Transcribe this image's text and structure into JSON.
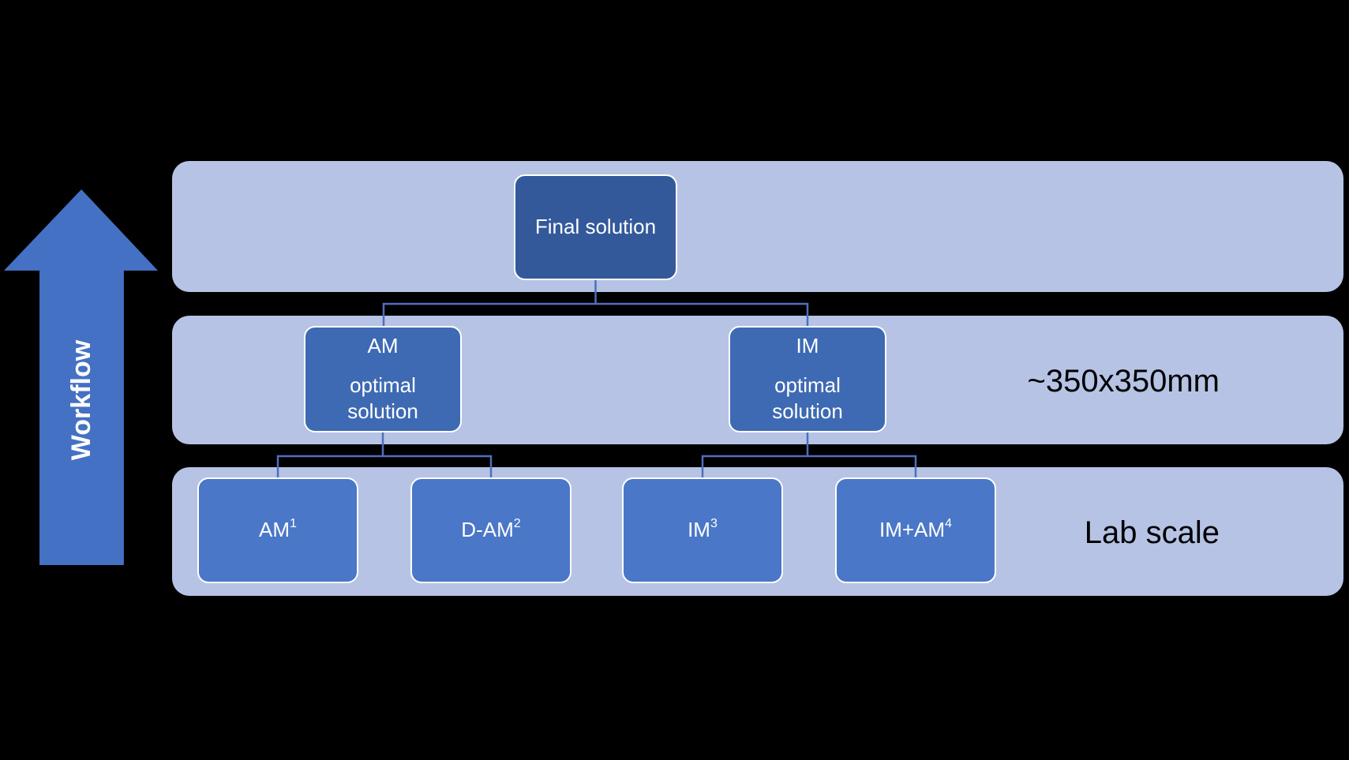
{
  "colors": {
    "background": "#000000",
    "band": "#B6C3E4",
    "box_top": "#33599B",
    "box_mid": "#3E6AB3",
    "box_bottom": "#4A77C7",
    "box_border": "#FFFFFF",
    "box_text": "#FFFFFF",
    "connector": "#4F6EBE",
    "arrow": "#4471C4",
    "label_text": "#000000"
  },
  "arrow": {
    "label": "Workflow"
  },
  "levels": {
    "top": {
      "box": {
        "label": "Final solution"
      }
    },
    "middle": {
      "side_label": "~350x350mm",
      "boxes": [
        {
          "line1": "AM",
          "line2": "optimal solution"
        },
        {
          "line1": "IM",
          "line2": "optimal solution"
        }
      ]
    },
    "bottom": {
      "side_label": "Lab scale",
      "boxes": [
        {
          "base": "AM",
          "sup": "1"
        },
        {
          "base": "D-AM",
          "sup": "2"
        },
        {
          "base": "IM",
          "sup": "3"
        },
        {
          "base": "IM+AM",
          "sup": "4"
        }
      ]
    }
  }
}
